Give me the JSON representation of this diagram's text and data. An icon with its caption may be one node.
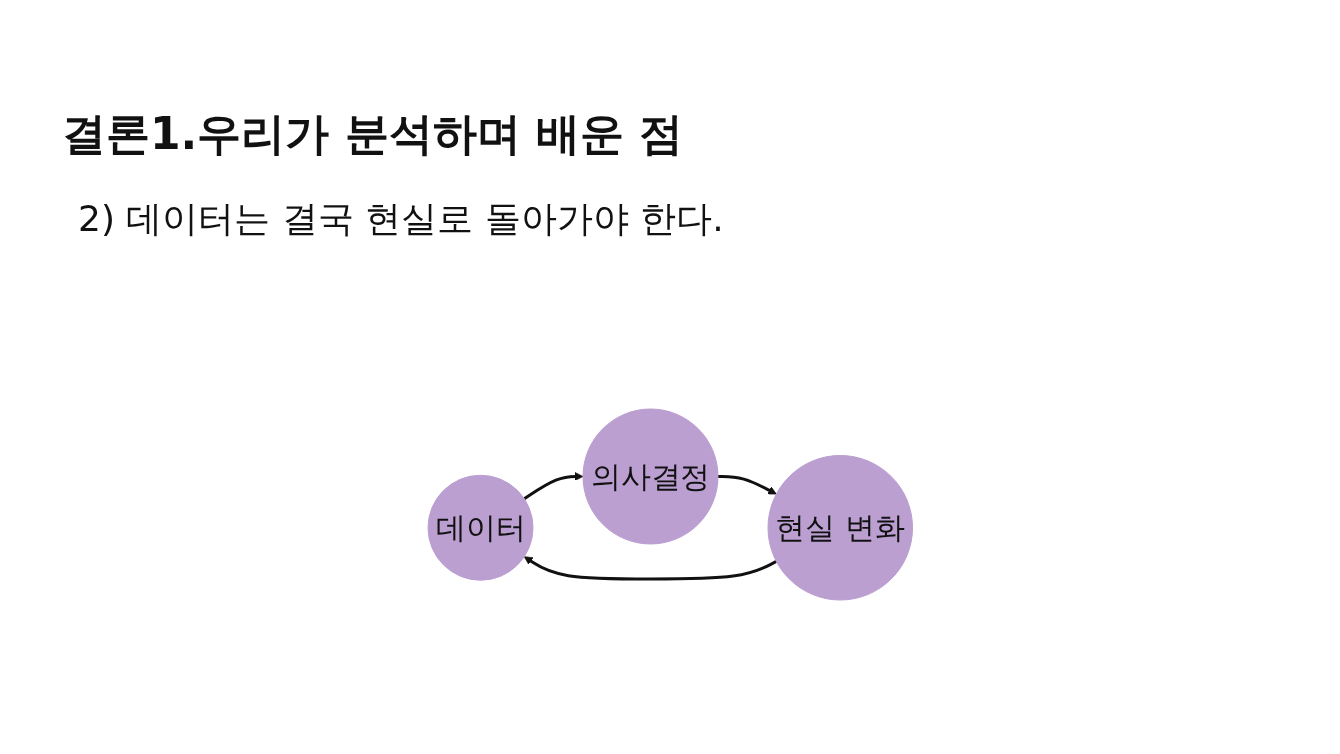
{
  "diagram": {
    "title": "결론1.우리가 분석하며 배운 점",
    "nodes": [
      {
        "text": [
          "데이터"
        ]
      },
      {
        "text": [
          "의사결정"
        ]
      },
      {
        "text": [
          "현실 변화"
        ]
      }
    ],
    "edges": [
      {
        "from": 0,
        "to": 1,
        "arrow": "to"
      },
      {
        "from": 1,
        "to": 2,
        "arrow": "to"
      },
      {
        "from": 2,
        "to": 0,
        "arrow": "to"
      }
    ],
    "labels": [
      "2) 데이터는 결국 현실로 돌아가야 한다."
    ]
  }
}
